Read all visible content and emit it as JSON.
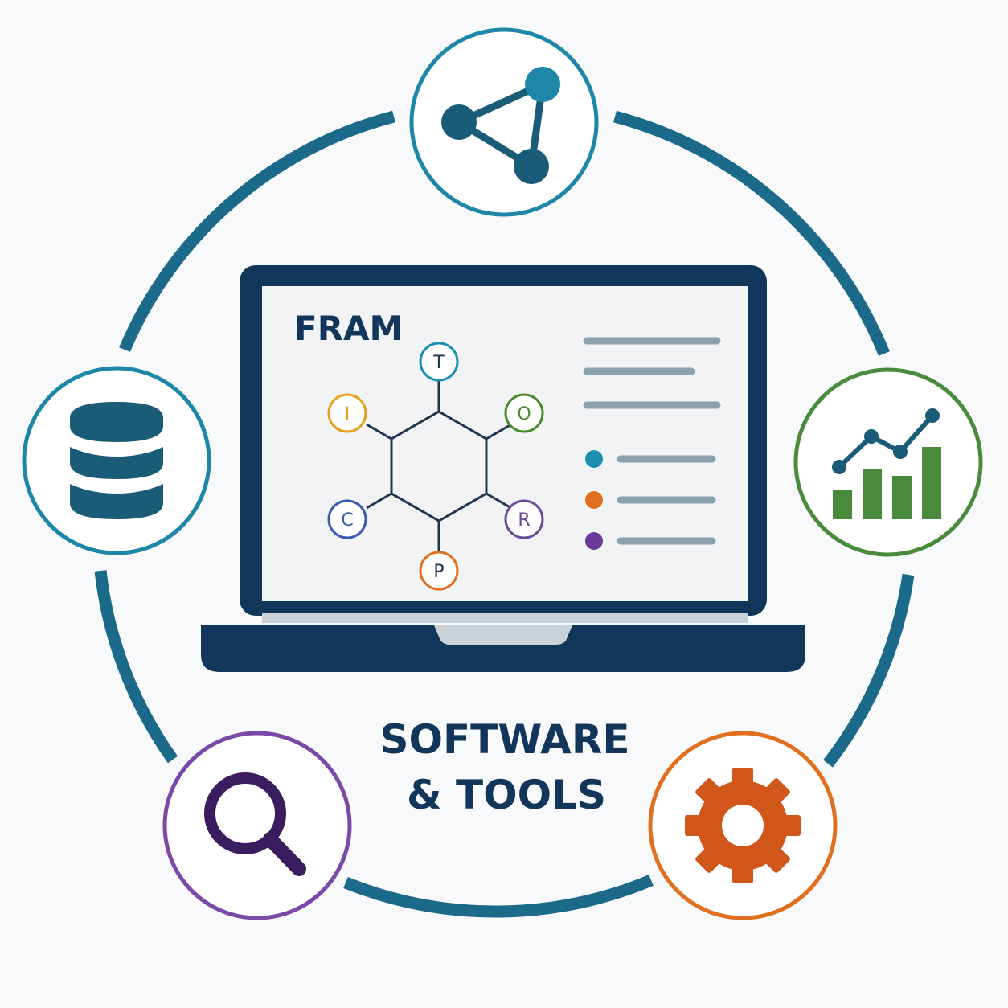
{
  "screen": {
    "title": "FRAM",
    "caption_line1": "SOFTWARE",
    "caption_line2": "& TOOLS"
  },
  "fram_nodes": [
    {
      "key": "top",
      "letter": "T",
      "color": "#1b8fb0"
    },
    {
      "key": "upper_right",
      "letter": "O",
      "color": "#4a8a2c"
    },
    {
      "key": "lower_right",
      "letter": "R",
      "color": "#6a4a9a"
    },
    {
      "key": "bottom",
      "letter": "P",
      "color": "#e07020"
    },
    {
      "key": "lower_left",
      "letter": "C",
      "color": "#3a5ab0"
    },
    {
      "key": "upper_left",
      "letter": "I",
      "color": "#e8a020"
    }
  ],
  "legend_dots": [
    "#1b8fb0",
    "#e07020",
    "#6a3a9a"
  ],
  "ring_icons": [
    {
      "name": "network-icon",
      "color": "#1e87a8"
    },
    {
      "name": "database-icon",
      "color": "#1e87a8"
    },
    {
      "name": "bar-chart-icon",
      "color": "#4a8a3c"
    },
    {
      "name": "search-icon",
      "color": "#7a4aa8"
    },
    {
      "name": "gear-icon",
      "color": "#e07020"
    }
  ],
  "colors": {
    "ring": "#1b6a8a",
    "navy": "#12365a",
    "background": "#f8f9fa",
    "screen": "#f1f3f4",
    "text_lines": "#8aa2ad"
  }
}
